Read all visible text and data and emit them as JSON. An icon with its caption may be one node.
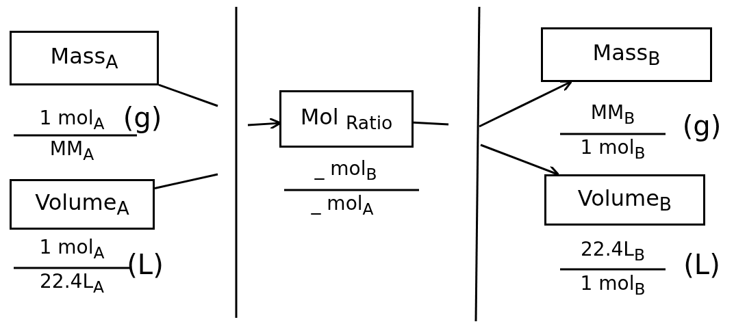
{
  "diagram": {
    "nodes": [
      {
        "text": [
          "Mass$_{A}$"
        ]
      },
      {
        "text": [
          "Volume$_{A}$"
        ]
      },
      {
        "text": [
          "Mol $_{Ratio}$"
        ]
      },
      {
        "text": [
          "Mass$_{B}$"
        ]
      },
      {
        "text": [
          "Volume$_{B}$"
        ]
      }
    ],
    "edges": [
      {
        "from": 0,
        "to": null,
        "arrow": "none"
      },
      {
        "from": 1,
        "to": null,
        "arrow": "none"
      },
      {
        "from": null,
        "to": 2,
        "arrow": "to"
      },
      {
        "from": 2,
        "to": null,
        "arrow": "none"
      },
      {
        "from": null,
        "to": 3,
        "arrow": "to"
      },
      {
        "from": null,
        "to": 4,
        "arrow": "to"
      }
    ],
    "labels": [
      "1 mol$_{A}$",
      "MM$_{A}$",
      "(g)",
      "1 mol$_{A}$",
      "22.4L$_{A}$",
      "(L)",
      "_ mol$_{B}$",
      "_ mol$_{A}$",
      "MM$_{B}$",
      "1 mol$_{B}$",
      "(g)",
      "22.4L$_{B}$",
      "1 mol$_{B}$",
      "(L)"
    ]
  }
}
